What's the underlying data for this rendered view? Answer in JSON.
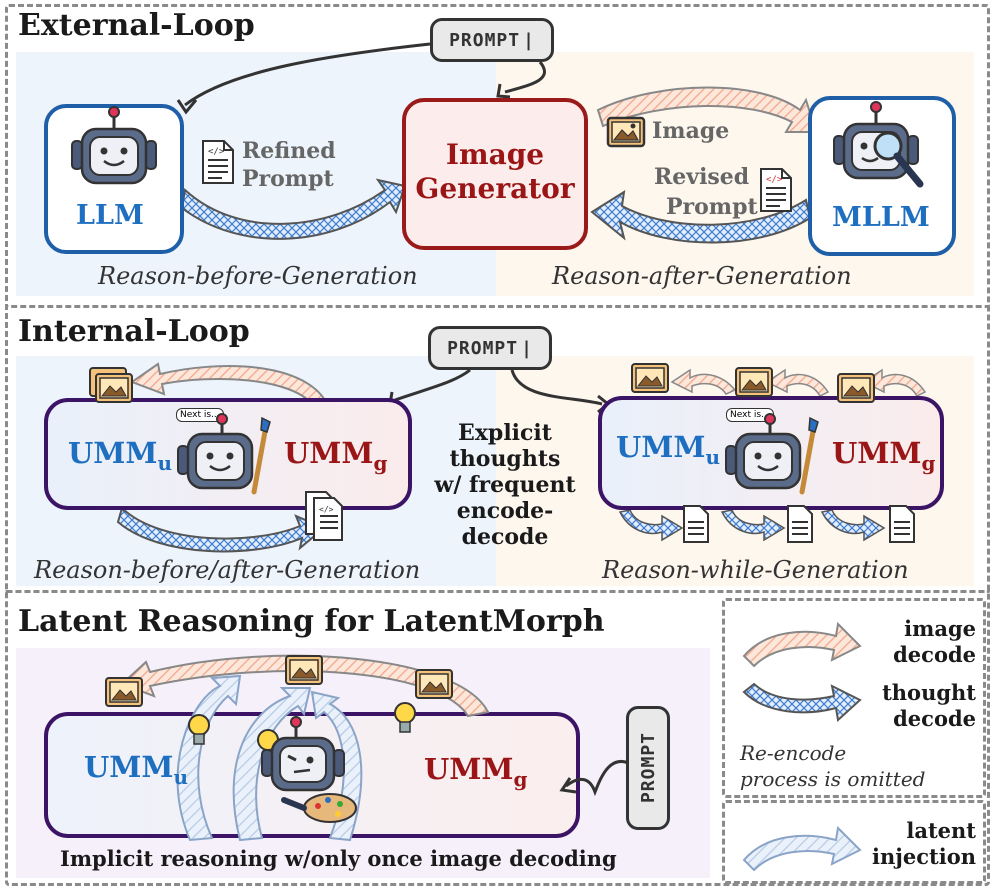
{
  "sections": {
    "external": {
      "title": "External-Loop",
      "prompt": "PROMPT",
      "llm": "LLM",
      "refined_prompt_1": "Refined",
      "refined_prompt_2": "Prompt",
      "generator_1": "Image",
      "generator_2": "Generator",
      "image_label": "Image",
      "revised_1": "Revised",
      "revised_2": "Prompt",
      "mllm": "MLLM",
      "caption_left": "Reason-before-Generation",
      "caption_right": "Reason-after-Generation"
    },
    "internal": {
      "title": "Internal-Loop",
      "prompt": "PROMPT",
      "umm": "UMM",
      "sub_u": "u",
      "sub_g": "g",
      "bubble": "Next is...",
      "center_1": "Explicit",
      "center_2": "thoughts",
      "center_3": "w/ frequent",
      "center_4": "encode-decode",
      "caption_left": "Reason-before/after-Generation",
      "caption_right": "Reason-while-Generation"
    },
    "latent": {
      "title": "Latent Reasoning for LatentMorph",
      "prompt": "PROMPT",
      "umm": "UMM",
      "sub_u": "u",
      "sub_g": "g",
      "caption": "Implicit reasoning w/only once image decoding"
    }
  },
  "legend": {
    "image_1": "image",
    "image_2": "decode",
    "thought_1": "thought",
    "thought_2": "decode",
    "note_1": "Re-encode",
    "note_2": "process is omitted",
    "latent_1": "latent",
    "latent_2": "injection"
  },
  "colors": {
    "blue": "#1f6fc0",
    "red": "#9a1616",
    "purple": "#3b1466",
    "image_arrow": "#f2b9a0",
    "thought_arrow": "#5b8fd6",
    "latent_arrow": "#a9c4e6"
  }
}
